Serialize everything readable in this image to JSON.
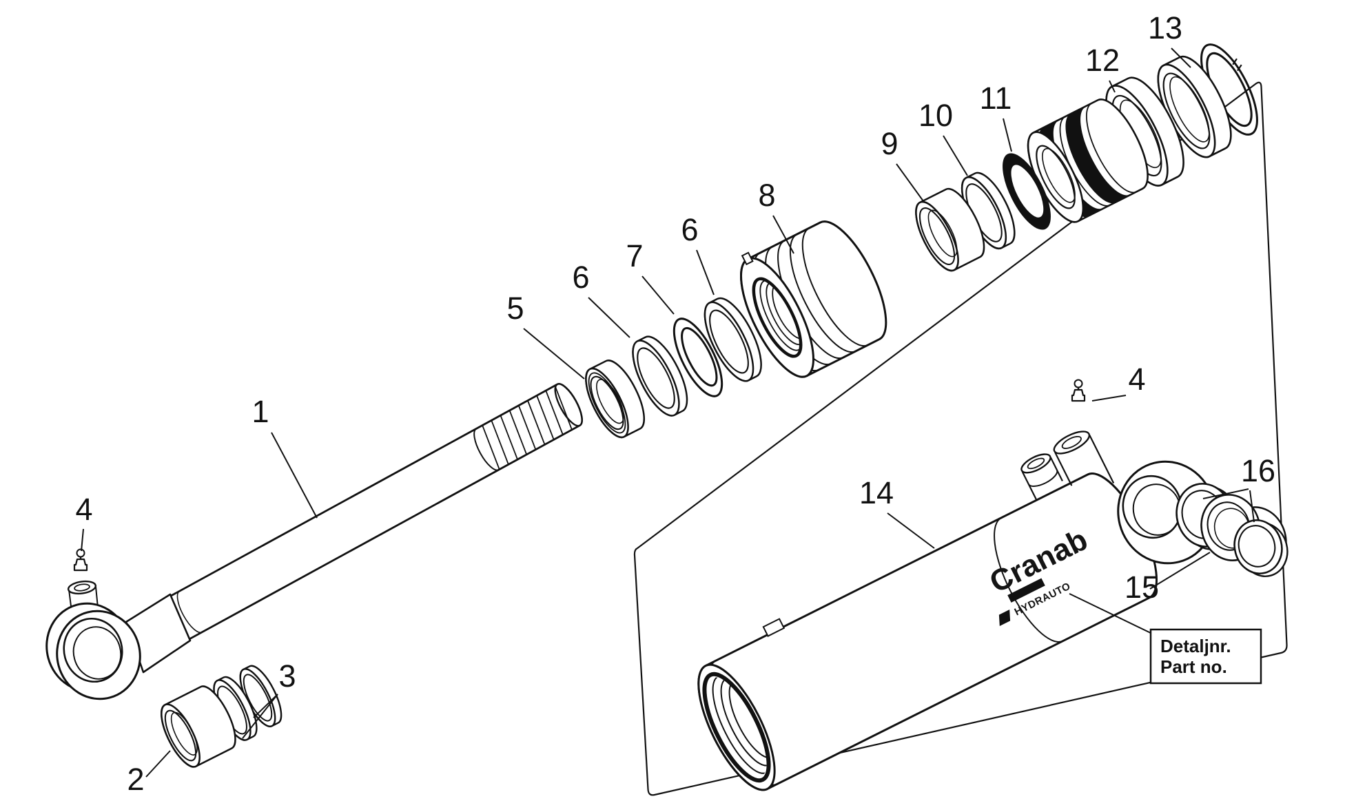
{
  "figure": {
    "brand": {
      "name": "Cranab",
      "sub_brand": "HYDRAUTO"
    },
    "part_label_box": {
      "line1": "Detaljnr.",
      "line2": "Part no."
    },
    "callouts": {
      "c1": "1",
      "c2": "2",
      "c3": "3",
      "c4_left": "4",
      "c5": "5",
      "c6_first": "6",
      "c7": "7",
      "c6_second": "6",
      "c8": "8",
      "c9": "9",
      "c10": "10",
      "c11": "11",
      "c12": "12",
      "c13": "13",
      "c14": "14",
      "c4_right": "4",
      "c15": "15",
      "c16": "16"
    }
  }
}
